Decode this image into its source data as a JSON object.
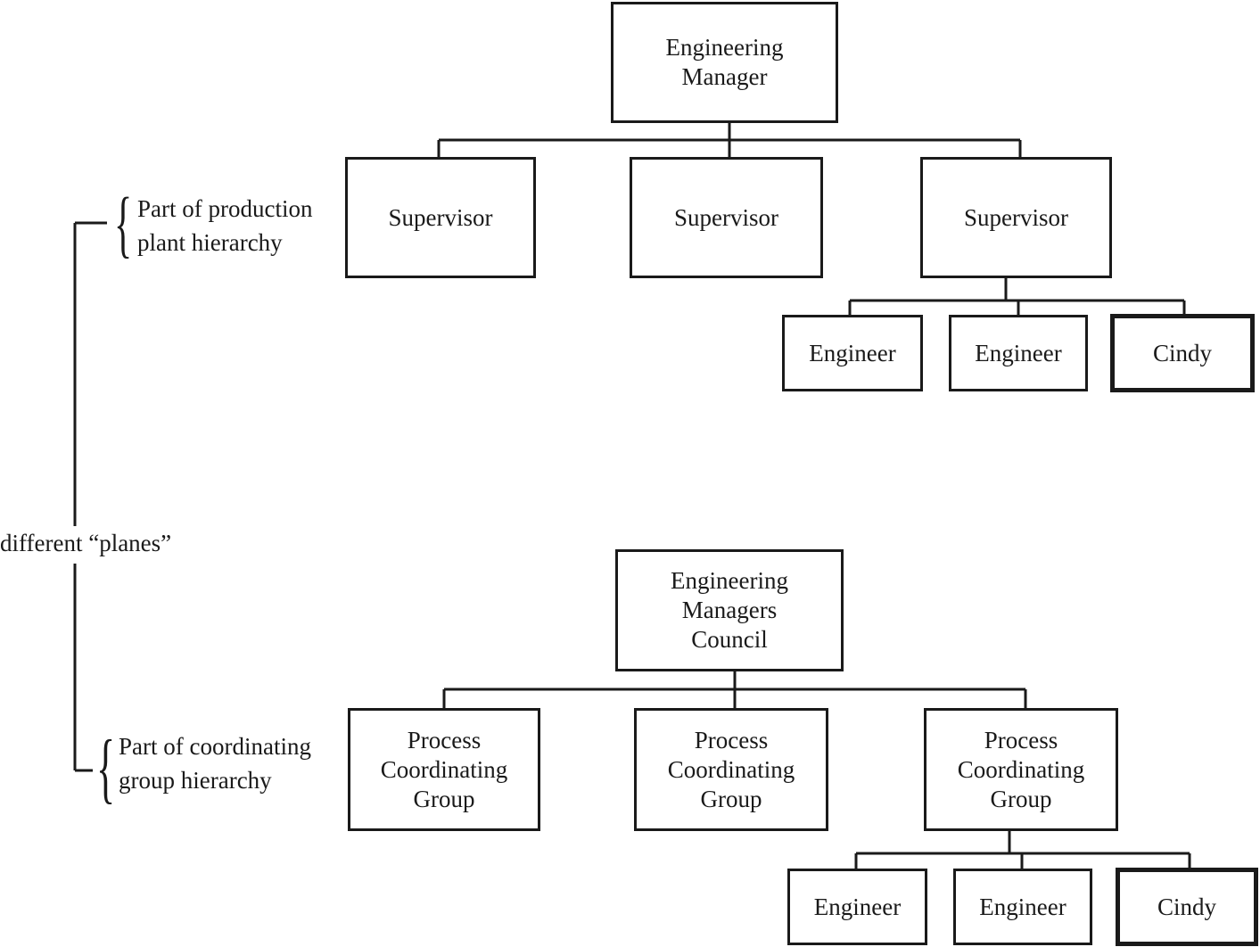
{
  "top_tree": {
    "root": "Engineering\nManager",
    "supervisors": [
      "Supervisor",
      "Supervisor",
      "Supervisor"
    ],
    "engineers": [
      "Engineer",
      "Engineer",
      "Cindy"
    ]
  },
  "bottom_tree": {
    "root": "Engineering\nManagers\nCouncil",
    "groups": [
      "Process\nCoordinating\nGroup",
      "Process\nCoordinating\nGroup",
      "Process\nCoordinating\nGroup"
    ],
    "engineers": [
      "Engineer",
      "Engineer",
      "Cindy"
    ]
  },
  "annotations": {
    "production_plane": "Part of production\nplant hierarchy",
    "coordinating_plane": "Part of coordinating\ngroup hierarchy",
    "planes_label": "different “planes”"
  }
}
